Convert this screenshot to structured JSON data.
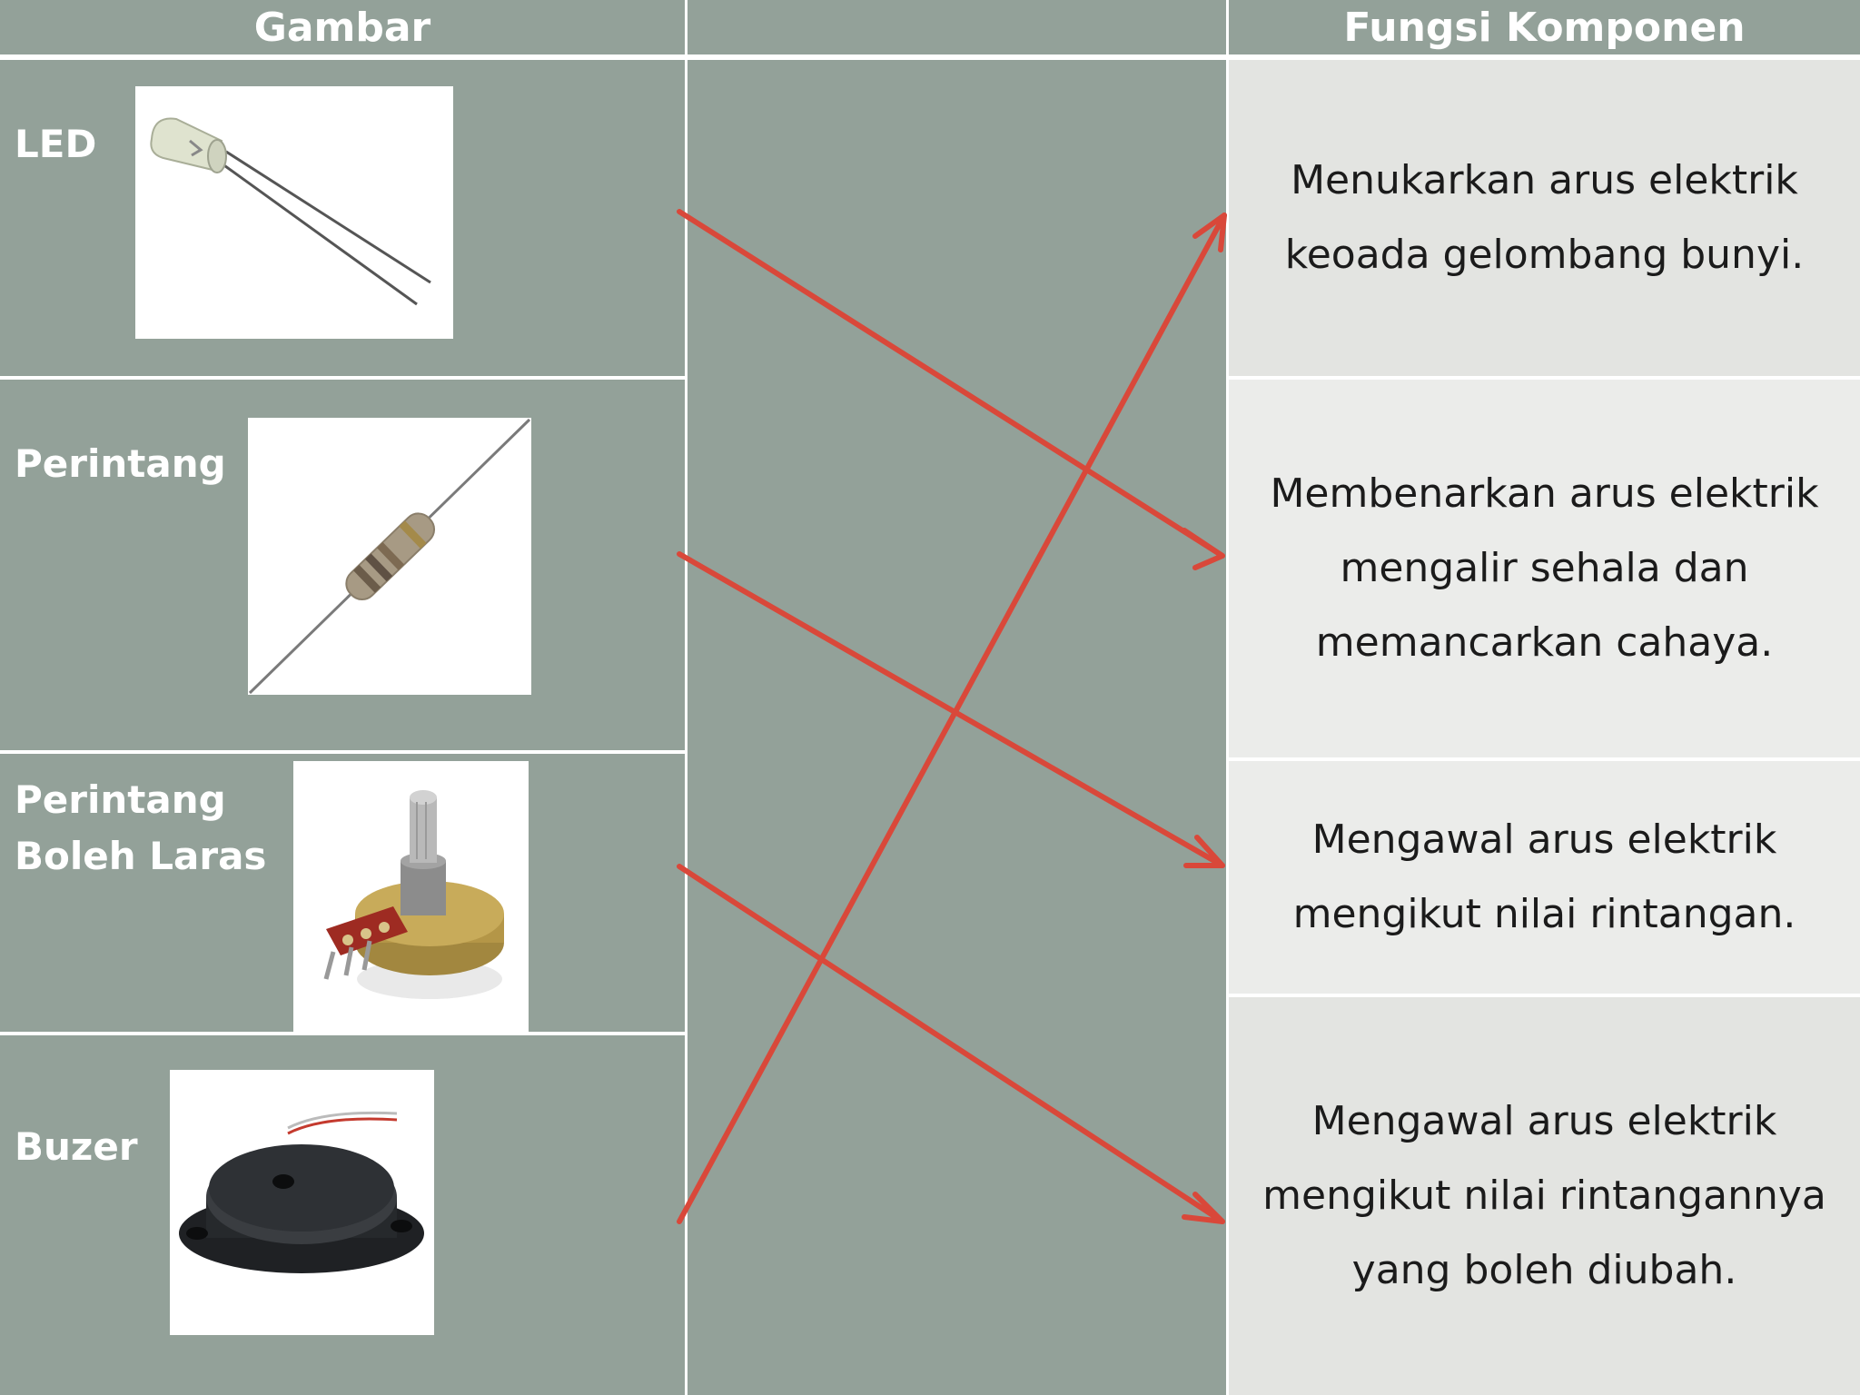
{
  "headers": {
    "left": "Gambar",
    "middle": "",
    "right": "Fungsi Komponen"
  },
  "components": [
    {
      "lines": [
        "LED"
      ],
      "image": "led-photo"
    },
    {
      "lines": [
        "Perintang"
      ],
      "image": "resistor-photo"
    },
    {
      "lines": [
        "Perintang",
        "Boleh Laras"
      ],
      "image": "potentiometer-photo"
    },
    {
      "lines": [
        "Buzer"
      ],
      "image": "buzzer-photo"
    }
  ],
  "functions": [
    {
      "lines": [
        "Menukarkan arus elektrik",
        "keoada gelombang bunyi."
      ]
    },
    {
      "lines": [
        "Membenarkan arus elektrik",
        "mengalir sehala dan",
        "memancarkan cahaya."
      ]
    },
    {
      "lines": [
        "Mengawal arus elektrik",
        "mengikut nilai rintangan."
      ]
    },
    {
      "lines": [
        "Mengawal arus elektrik",
        "mengikut nilai rintangannya",
        "yang boleh diubah."
      ]
    }
  ],
  "matches": [
    {
      "component": "LED",
      "function_index": 1
    },
    {
      "component": "Perintang",
      "function_index": 2
    },
    {
      "component": "Perintang Boleh Laras",
      "function_index": 3
    },
    {
      "component": "Buzer",
      "function_index": 0
    }
  ],
  "colors": {
    "panel": "#93a199",
    "function_box": "#e3e4e1",
    "arrow": "#d9483a",
    "header_text": "#ffffff"
  }
}
